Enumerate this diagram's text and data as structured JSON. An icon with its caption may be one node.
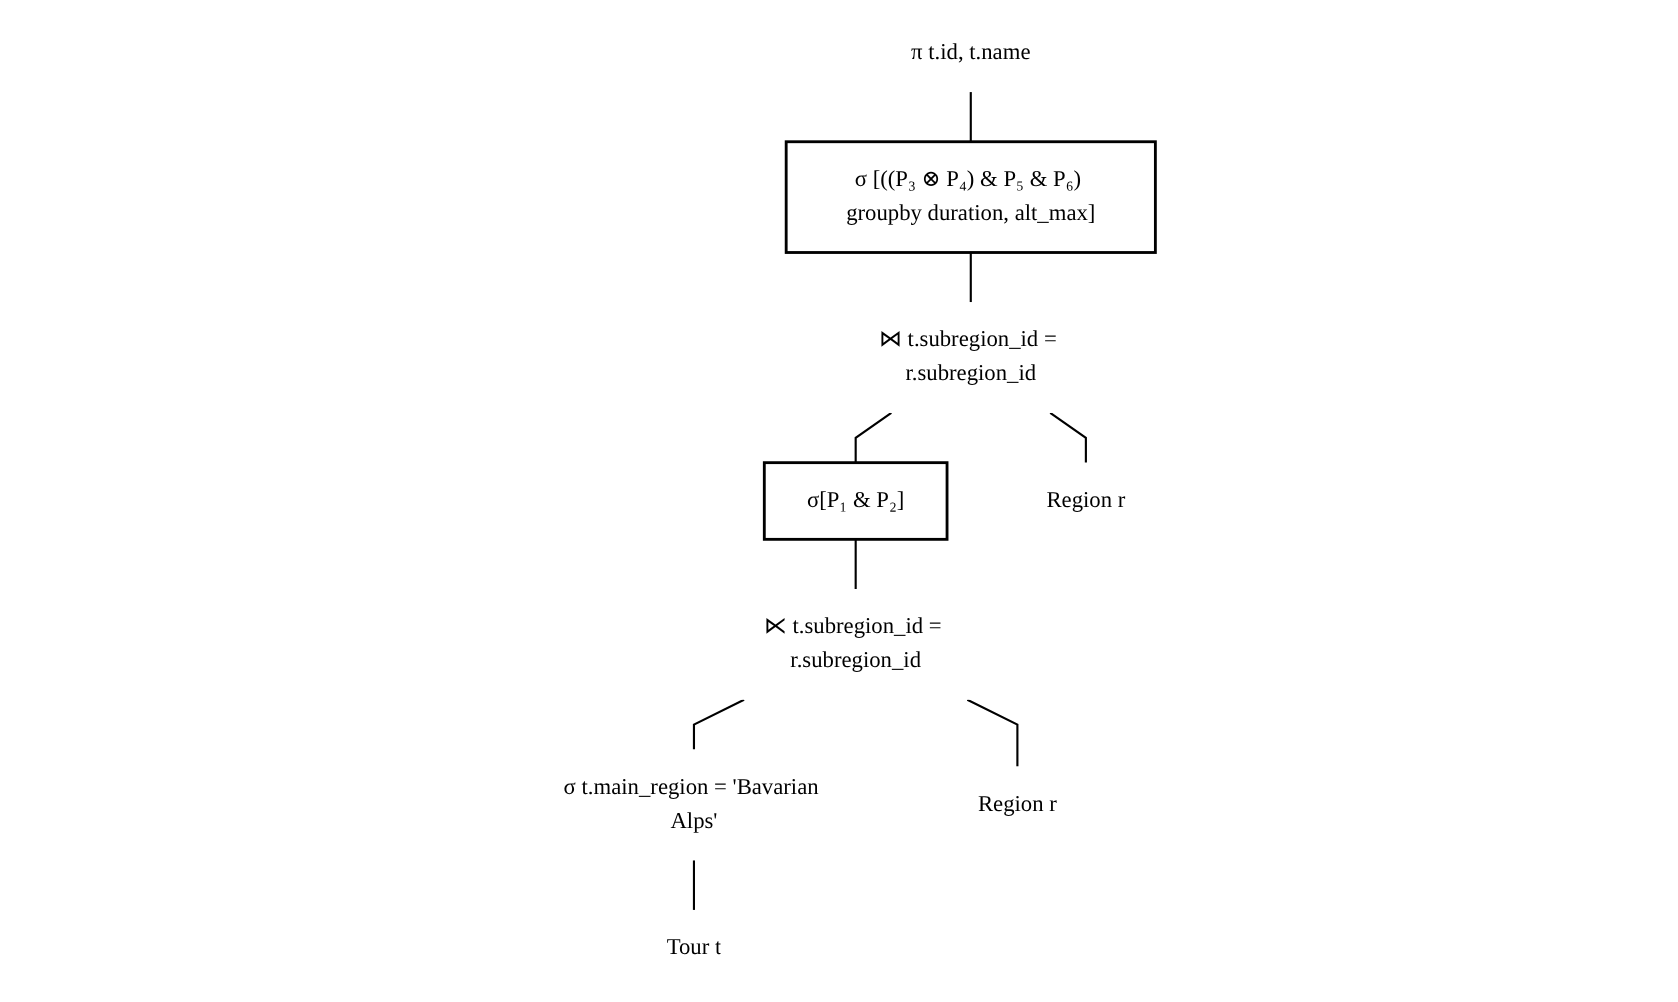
{
  "diagram": {
    "nodes": [
      {
        "text": [
          "π t.id, t.name"
        ]
      },
      {
        "text": [
          "σ [((P₃ ⊗ P₄) & P₅ & P₆) groupby duration, alt_max]"
        ]
      },
      {
        "text": [
          "⋈ t.subregion_id = r.subregion_id"
        ]
      },
      {
        "text": [
          "σ[P₁ & P₂]"
        ]
      },
      {
        "text": [
          "Region r"
        ]
      },
      {
        "text": [
          "⋉ t.subregion_id = r.subregion_id"
        ]
      },
      {
        "text": [
          "σ t.main_region = 'Bavarian Alps'"
        ]
      },
      {
        "text": [
          "Region r"
        ]
      },
      {
        "text": [
          "Tour t"
        ]
      }
    ],
    "edges": [
      {
        "from": 0,
        "to": 1,
        "arrow": "none"
      },
      {
        "from": 1,
        "to": 2,
        "arrow": "none"
      },
      {
        "from": 2,
        "to": 3,
        "arrow": "none"
      },
      {
        "from": 2,
        "to": 4,
        "arrow": "none"
      },
      {
        "from": 3,
        "to": 5,
        "arrow": "none"
      },
      {
        "from": 5,
        "to": 6,
        "arrow": "none"
      },
      {
        "from": 5,
        "to": 7,
        "arrow": "none"
      },
      {
        "from": 6,
        "to": 8,
        "arrow": "none"
      }
    ]
  }
}
